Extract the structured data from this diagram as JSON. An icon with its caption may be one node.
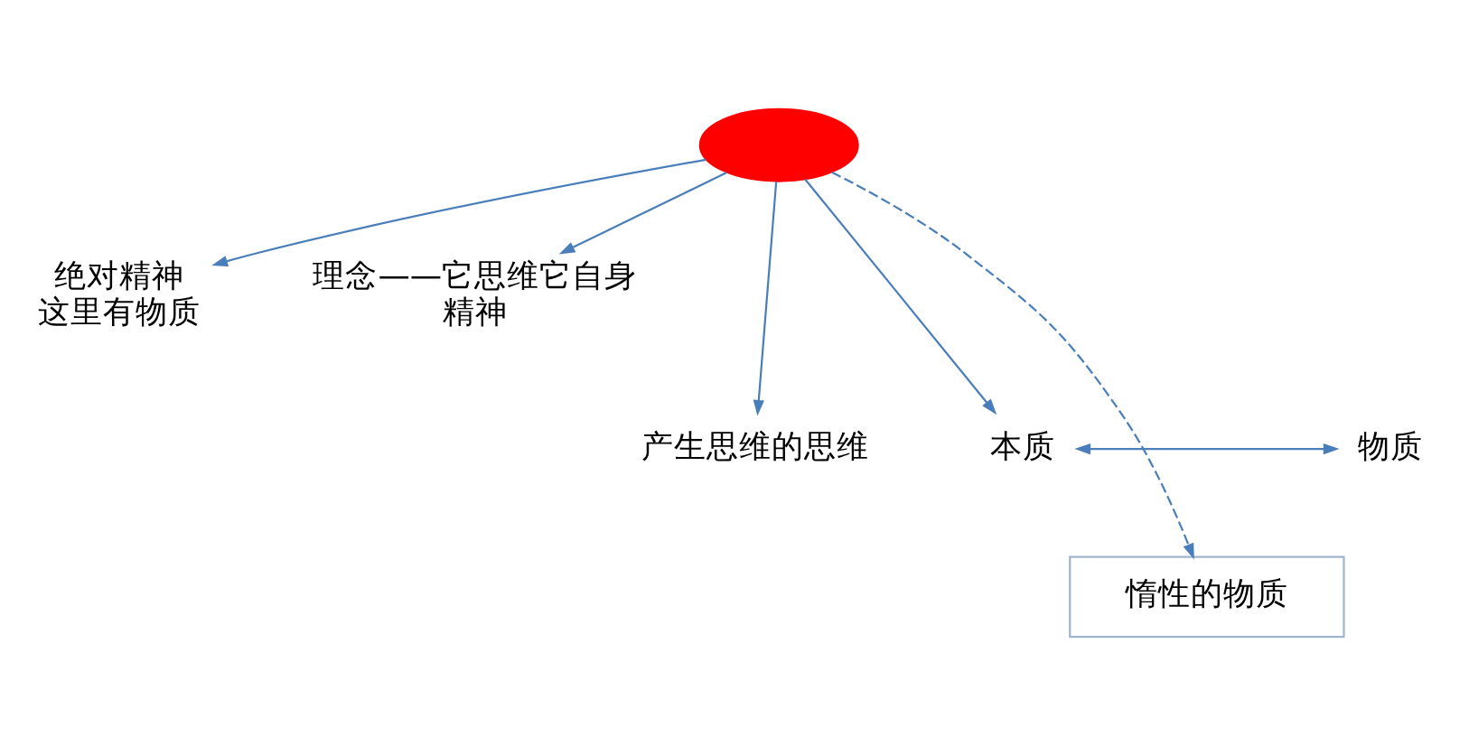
{
  "diagram": {
    "nodes": [
      {
        "text": [],
        "shape": "ellipse"
      },
      {
        "text": [
          "绝对精神",
          "这里有物质"
        ]
      },
      {
        "text": [
          "理念——它思维它自身",
          "精神"
        ]
      },
      {
        "text": [
          "产生思维的思维"
        ]
      },
      {
        "text": [
          "本质"
        ]
      },
      {
        "text": [
          "物质"
        ]
      },
      {
        "text": [
          "惰性的物质"
        ]
      }
    ],
    "edges": [
      {
        "from": 0,
        "to": 1,
        "arrow": "to"
      },
      {
        "from": 0,
        "to": 3,
        "arrow": "to"
      },
      {
        "from": 0,
        "to": 6,
        "arrow": "to",
        "style": "dashed"
      },
      {
        "from": 0,
        "to": 4,
        "arrow": "to"
      },
      {
        "from": 0,
        "to": 2,
        "arrow": "to"
      },
      {
        "from": 4,
        "to": 5,
        "arrow": "both"
      }
    ]
  }
}
